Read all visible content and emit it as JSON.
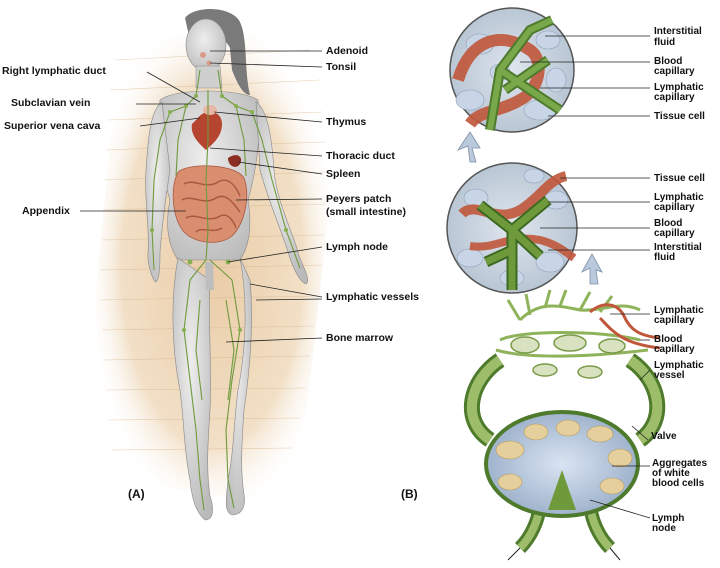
{
  "panels": {
    "a": "(A)",
    "b": "(B)"
  },
  "left_labels": {
    "right_lymphatic_duct": "Right lymphatic duct",
    "subclavian_vein": "Subclavian vein",
    "superior_vena_cava": "Superior vena cava",
    "appendix": "Appendix"
  },
  "right_labels": {
    "adenoid": "Adenoid",
    "tonsil": "Tonsil",
    "thymus": "Thymus",
    "thoracic_duct": "Thoracic duct",
    "spleen": "Spleen",
    "peyers_patch_1": "Peyers patch",
    "peyers_patch_2": "(small intestine)",
    "lymph_node": "Lymph node",
    "lymphatic_vessels": "Lymphatic vessels",
    "bone_marrow": "Bone marrow"
  },
  "b_labels": {
    "top_interstitial_1": "Interstitial",
    "top_interstitial_2": "fluid",
    "top_blood_1": "Blood",
    "top_blood_2": "capillary",
    "top_lymph_1": "Lymphatic",
    "top_lymph_2": "capillary",
    "top_tissue": "Tissue cell",
    "mid_tissue": "Tissue cell",
    "mid_lymph_1": "Lymphatic",
    "mid_lymph_2": "capillary",
    "mid_blood_1": "Blood",
    "mid_blood_2": "capillary",
    "mid_interstitial_1": "Interstitial",
    "mid_interstitial_2": "fluid",
    "net_lymph_1": "Lymphatic",
    "net_lymph_2": "capillary",
    "net_blood_1": "Blood",
    "net_blood_2": "capillary",
    "vessel_1": "Lymphatic",
    "vessel_2": "vessel",
    "valve": "Valve",
    "agg_1": "Aggregates",
    "agg_2": "of white",
    "agg_3": "blood cells",
    "node_1": "Lymph",
    "node_2": "node"
  },
  "colors": {
    "lymph": "#5f8a3a",
    "blood": "#c0563a",
    "body": "#cfcfcf",
    "shade": "#d9b48a"
  }
}
